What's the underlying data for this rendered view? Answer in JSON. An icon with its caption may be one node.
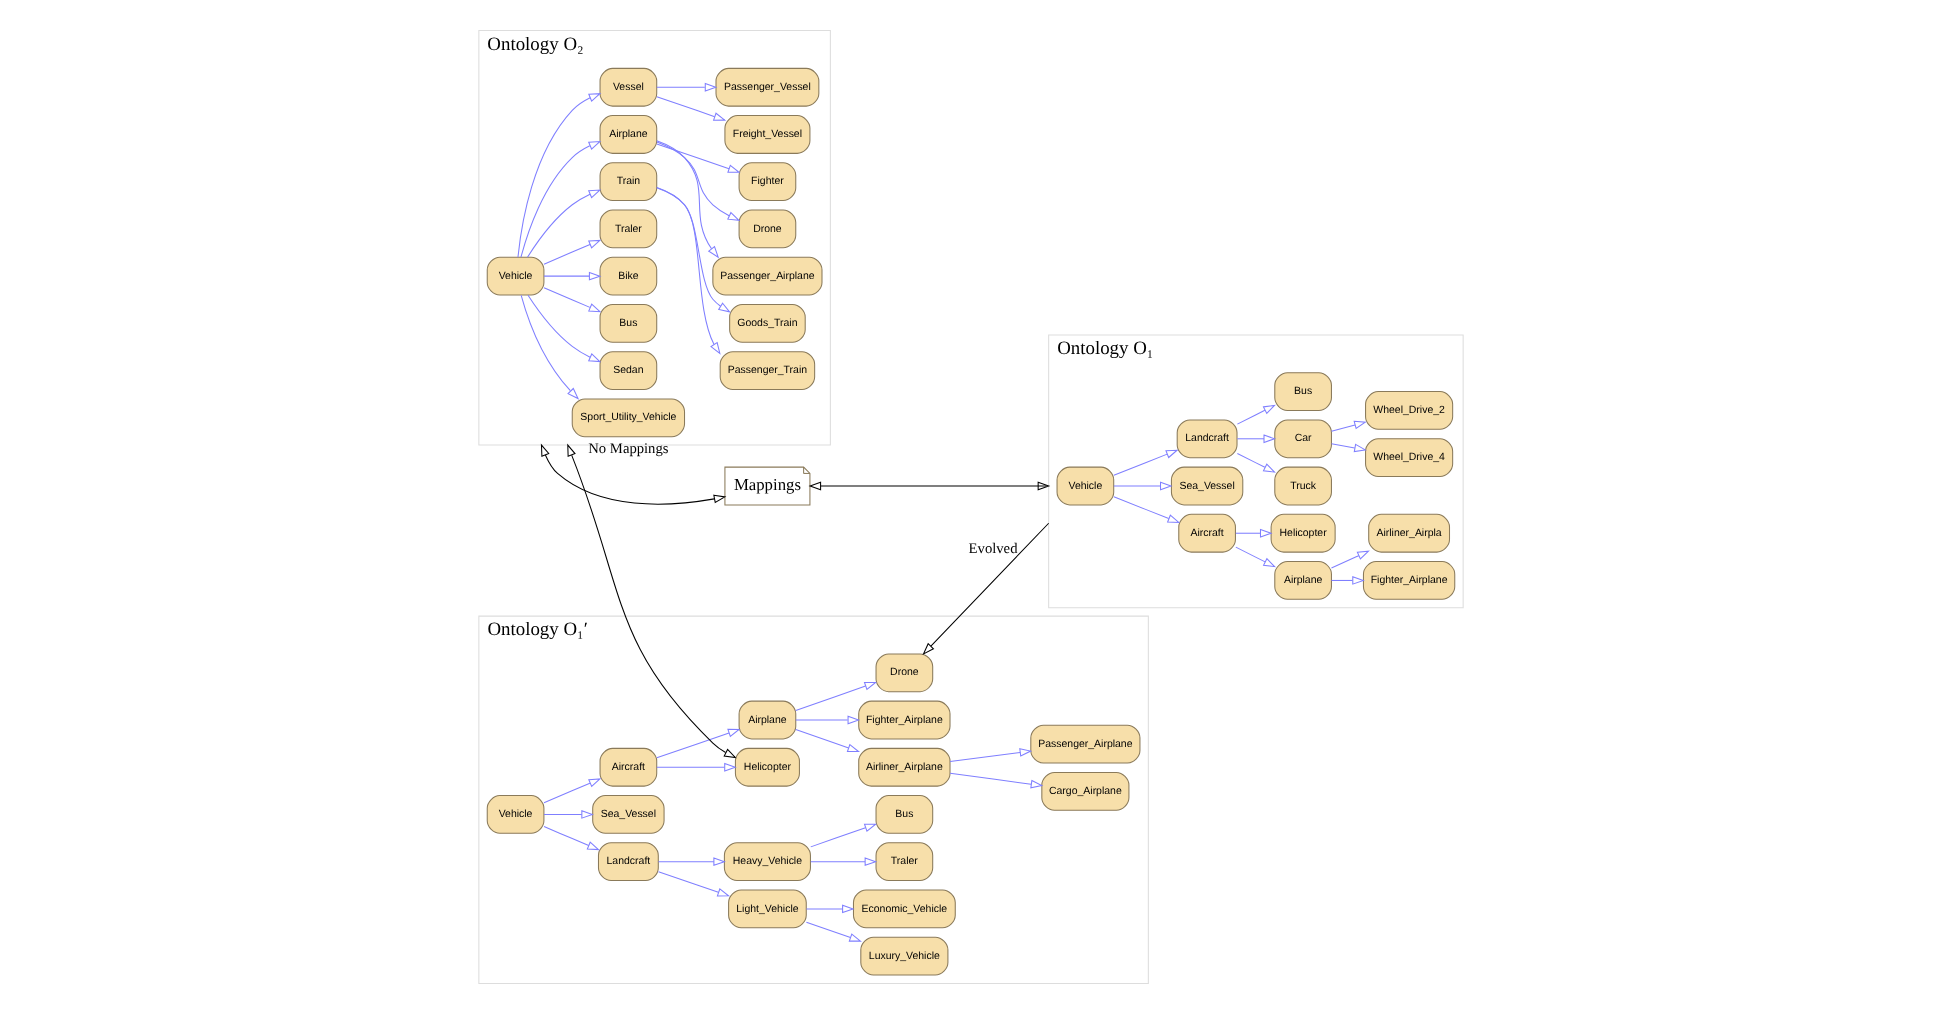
{
  "diagram": {
    "nodes": [
      {
        "text": [
          "Ontology O₁′"
        ]
      },
      {
        "text": [
          "Luxury_Vehicle"
        ],
        "in": 0
      },
      {
        "text": [
          "Traler"
        ],
        "in": 0
      },
      {
        "text": [
          "Bus"
        ],
        "in": 0
      },
      {
        "text": [
          "Economic_Vehicle"
        ],
        "in": 0
      },
      {
        "text": [
          "Light_Vehicle"
        ],
        "in": 0
      },
      {
        "text": [
          "Heavy_Vehicle"
        ],
        "in": 0
      },
      {
        "text": [
          "Landcraft"
        ],
        "in": 0
      },
      {
        "text": [
          "Vehicle"
        ],
        "in": 0
      },
      {
        "text": [
          "Sea_Vessel"
        ],
        "in": 0
      },
      {
        "text": [
          "Cargo_Airplane"
        ],
        "in": 0
      },
      {
        "text": [
          "Helicopter"
        ],
        "in": 0
      },
      {
        "text": [
          "Aircraft"
        ],
        "in": 0
      },
      {
        "text": [
          "Airplane"
        ],
        "in": 0
      },
      {
        "text": [
          "Airliner_Airplane"
        ],
        "in": 0
      },
      {
        "text": [
          "Fighter_Airplane"
        ],
        "in": 0
      },
      {
        "text": [
          "Drone"
        ],
        "in": 0
      },
      {
        "text": [
          "Passenger_Airplane"
        ],
        "in": 0
      },
      {
        "text": [
          "Ontology O₂"
        ]
      },
      {
        "text": [
          "Sport_Utility_Vehicle"
        ],
        "in": 18
      },
      {
        "text": [
          "Sedan"
        ],
        "in": 18
      },
      {
        "text": [
          "Bus"
        ],
        "in": 18
      },
      {
        "text": [
          "Bike"
        ],
        "in": 18
      },
      {
        "text": [
          "Traler"
        ],
        "in": 18
      },
      {
        "text": [
          "Vehicle"
        ],
        "in": 18
      },
      {
        "text": [
          "Passenger_Train"
        ],
        "in": 18
      },
      {
        "text": [
          "Train"
        ],
        "in": 18
      },
      {
        "text": [
          "Passenger_Airplane"
        ],
        "in": 18
      },
      {
        "text": [
          "Airplane"
        ],
        "in": 18
      },
      {
        "text": [
          "Vessel"
        ],
        "in": 18
      },
      {
        "text": [
          "Goods_Train"
        ],
        "in": 18
      },
      {
        "text": [
          "Drone"
        ],
        "in": 18
      },
      {
        "text": [
          "Fighter"
        ],
        "in": 18
      },
      {
        "text": [
          "Freight_Vessel"
        ],
        "in": 18
      },
      {
        "text": [
          "Passenger_Vessel"
        ],
        "in": 18
      },
      {
        "text": [
          "Mappings"
        ]
      },
      {
        "text": [
          "Ontology O₁"
        ]
      },
      {
        "text": [
          "Fighter_Airplane"
        ],
        "in": 36
      },
      {
        "text": [
          "Airliner_Airpla"
        ],
        "in": 36
      },
      {
        "text": [
          "Airplane"
        ],
        "in": 36
      },
      {
        "text": [
          "Aircraft"
        ],
        "in": 36
      },
      {
        "text": [
          "Helicopter"
        ],
        "in": 36
      },
      {
        "text": [
          "Vehicle"
        ],
        "in": 36
      },
      {
        "text": [
          "Sea_Vessel"
        ],
        "in": 36
      },
      {
        "text": [
          "Truck"
        ],
        "in": 36
      },
      {
        "text": [
          "Landcraft"
        ],
        "in": 36
      },
      {
        "text": [
          "Car"
        ],
        "in": 36
      },
      {
        "text": [
          "Wheel_Drive_4"
        ],
        "in": 36
      },
      {
        "text": [
          "Bus"
        ],
        "in": 36
      },
      {
        "text": [
          "Wheel_Drive_2"
        ],
        "in": 36
      }
    ],
    "edges": [
      {
        "from": 8,
        "to": 7,
        "arrow": "to"
      },
      {
        "from": 7,
        "to": 5,
        "arrow": "to"
      },
      {
        "from": 5,
        "to": 4,
        "arrow": "to"
      },
      {
        "from": 5,
        "to": 1,
        "arrow": "to"
      },
      {
        "from": 7,
        "to": 6,
        "arrow": "to"
      },
      {
        "from": 6,
        "to": 2,
        "arrow": "to"
      },
      {
        "from": 6,
        "to": 3,
        "arrow": "to"
      },
      {
        "from": 8,
        "to": 9,
        "arrow": "to"
      },
      {
        "from": 8,
        "to": 12,
        "arrow": "to"
      },
      {
        "from": 12,
        "to": 11,
        "arrow": "to"
      },
      {
        "from": 12,
        "to": 13,
        "arrow": "to"
      },
      {
        "from": 13,
        "to": 15,
        "arrow": "to"
      },
      {
        "from": 13,
        "to": 16,
        "arrow": "to"
      },
      {
        "from": 13,
        "to": 14,
        "arrow": "to"
      },
      {
        "from": 14,
        "to": 10,
        "arrow": "to"
      },
      {
        "from": 14,
        "to": 17,
        "arrow": "to"
      },
      {
        "from": 24,
        "to": 22,
        "arrow": "to"
      },
      {
        "from": 24,
        "to": 20,
        "arrow": "to"
      },
      {
        "from": 24,
        "to": 19,
        "arrow": "to"
      },
      {
        "from": 24,
        "to": 21,
        "arrow": "to"
      },
      {
        "from": 24,
        "to": 23,
        "arrow": "to"
      },
      {
        "from": 24,
        "to": 26,
        "arrow": "to"
      },
      {
        "from": 24,
        "to": 29,
        "arrow": "to"
      },
      {
        "from": 24,
        "to": 28,
        "arrow": "to"
      },
      {
        "from": 26,
        "to": 25,
        "arrow": "to"
      },
      {
        "from": 26,
        "to": 30,
        "arrow": "to"
      },
      {
        "from": 29,
        "to": 33,
        "arrow": "to"
      },
      {
        "from": 29,
        "to": 34,
        "arrow": "to"
      },
      {
        "from": 28,
        "to": 27,
        "arrow": "to"
      },
      {
        "from": 28,
        "to": 31,
        "arrow": "to"
      },
      {
        "from": 28,
        "to": 32,
        "arrow": "to"
      },
      {
        "from": 39,
        "to": 37,
        "arrow": "to"
      },
      {
        "from": 39,
        "to": 38,
        "arrow": "to"
      },
      {
        "from": 40,
        "to": 39,
        "arrow": "to"
      },
      {
        "from": 40,
        "to": 41,
        "arrow": "to"
      },
      {
        "from": 42,
        "to": 40,
        "arrow": "to"
      },
      {
        "from": 42,
        "to": 43,
        "arrow": "to"
      },
      {
        "from": 42,
        "to": 45,
        "arrow": "to"
      },
      {
        "from": 45,
        "to": 44,
        "arrow": "to"
      },
      {
        "from": 45,
        "to": 48,
        "arrow": "to"
      },
      {
        "from": 45,
        "to": 46,
        "arrow": "to"
      },
      {
        "from": 46,
        "to": 47,
        "arrow": "to"
      },
      {
        "from": 46,
        "to": 49,
        "arrow": "to"
      },
      {
        "from": 18,
        "to": 11,
        "arrow": "both",
        "label": "No Mappings",
        "color": "#000000"
      },
      {
        "from": 18,
        "to": 35,
        "arrow": "both",
        "color": "#000000"
      },
      {
        "from": 35,
        "to": 36,
        "arrow": "both",
        "color": "#000000"
      },
      {
        "from": 36,
        "to": 16,
        "arrow": "to",
        "label": "Evolved",
        "color": "#000000"
      }
    ]
  }
}
